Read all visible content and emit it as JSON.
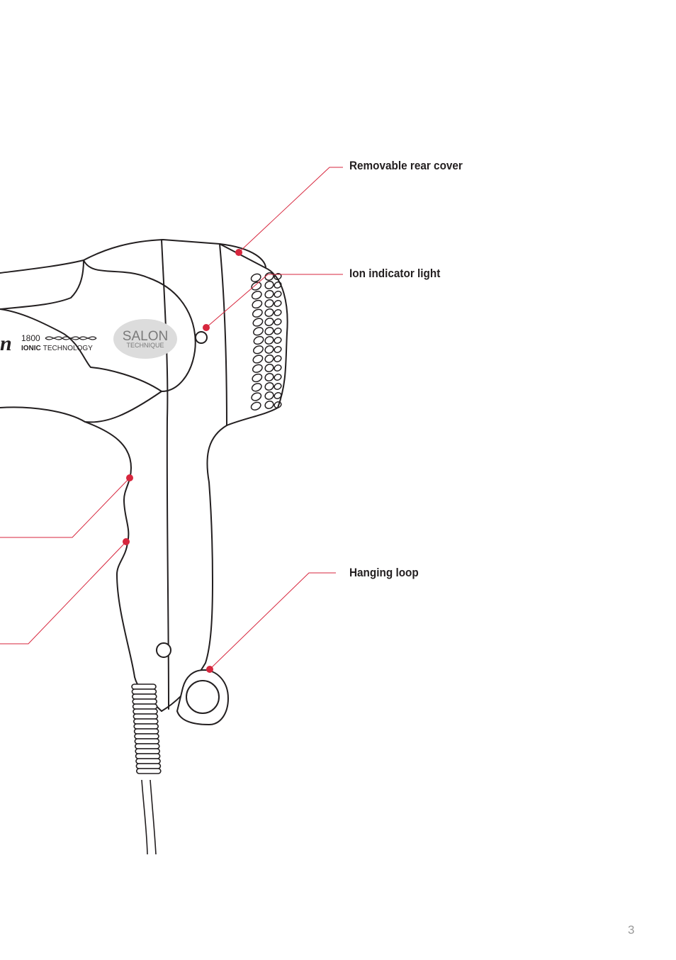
{
  "callouts": [
    {
      "id": "removable-rear-cover",
      "label": "Removable rear cover"
    },
    {
      "id": "ion-indicator-light",
      "label": "Ion indicator light"
    },
    {
      "id": "hanging-loop",
      "label": "Hanging loop"
    }
  ],
  "product_branding": {
    "model_number": "1800",
    "ionic_bold": "IONIC",
    "technology": "TECHNOLOGY",
    "badge_line1": "SALON",
    "badge_line2": "TECHNIQUE",
    "brand_fragment": "n"
  },
  "page_number": "3",
  "colors": {
    "callout_line": "#d7263d",
    "callout_dot": "#d7263d",
    "outline": "#231f20",
    "badge_fill": "#dcdcdc",
    "badge_text": "#7a7a7a",
    "page_number": "#9a9a9a"
  }
}
